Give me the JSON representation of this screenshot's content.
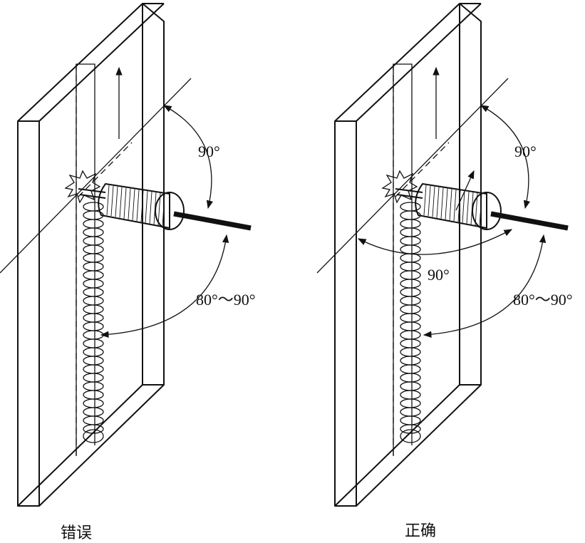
{
  "diagrams": [
    {
      "caption": "错误",
      "angle_labels": [
        "90°",
        "80°～90°"
      ]
    },
    {
      "caption": "正确",
      "angle_labels": [
        "90°",
        "90°",
        "80°～90°"
      ]
    }
  ],
  "colors": {
    "line": "#111111",
    "background": "#ffffff"
  }
}
